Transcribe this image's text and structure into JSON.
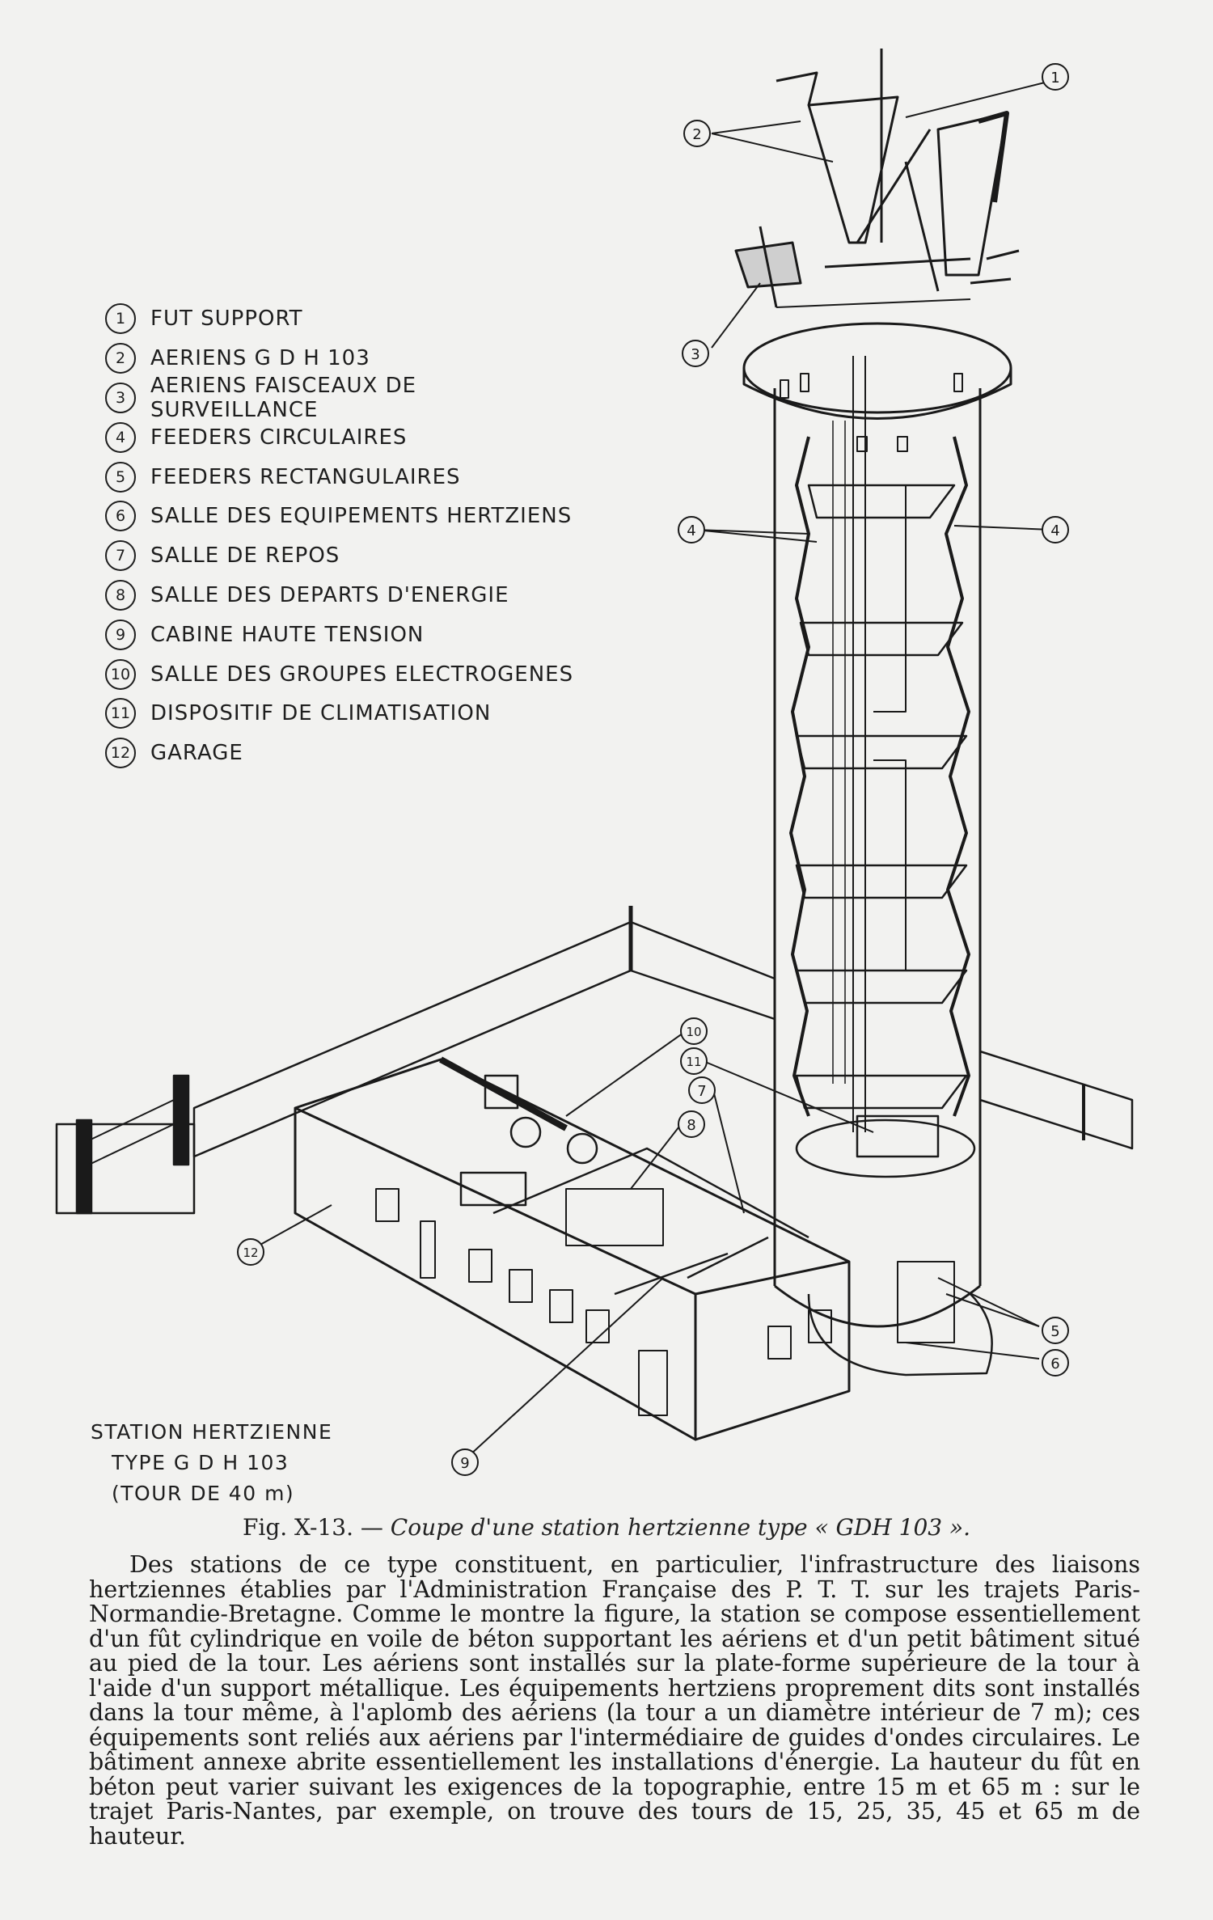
{
  "legend": [
    {
      "num": "1",
      "text": "FUT  SUPPORT"
    },
    {
      "num": "2",
      "text": "AERIENS   G D H  103"
    },
    {
      "num": "3",
      "text": "AERIENS   FAISCEAUX  DE  SURVEILLANCE"
    },
    {
      "num": "4",
      "text": "FEEDERS   CIRCULAIRES"
    },
    {
      "num": "5",
      "text": "FEEDERS   RECTANGULAIRES"
    },
    {
      "num": "6",
      "text": "SALLE   DES   EQUIPEMENTS   HERTZIENS"
    },
    {
      "num": "7",
      "text": "SALLE   DE   REPOS"
    },
    {
      "num": "8",
      "text": "SALLE   DES  DEPARTS   D'ENERGIE"
    },
    {
      "num": "9",
      "text": "CABINE   HAUTE   TENSION"
    },
    {
      "num": "10",
      "text": "SALLE   DES  GROUPES  ELECTROGENES"
    },
    {
      "num": "11",
      "text": "DISPOSITIF   DE   CLIMATISATION"
    },
    {
      "num": "12",
      "text": "GARAGE"
    }
  ],
  "callouts": [
    "1",
    "2",
    "3",
    "4",
    "4",
    "5",
    "6",
    "7",
    "8",
    "9",
    "10",
    "11",
    "12"
  ],
  "station_label": {
    "line1": "STATION  HERTZIENNE",
    "line2": "TYPE  G D H  103",
    "line3": "(TOUR  DE  40 m)"
  },
  "caption": {
    "prefix": "Fig. X-13. — ",
    "title": "Coupe d'une station hertzienne type « GDH 103 »."
  },
  "body": "Des stations de ce type constituent, en particulier, l'infrastructure des liaisons hertziennes établies par l'Administration Française des P. T. T. sur les trajets Paris-Normandie-Bretagne. Comme le montre la figure, la station se compose essentiellement d'un fût cylindrique en voile de béton supportant les aériens et d'un petit bâtiment situé au pied de la tour. Les aériens sont installés sur la plate-forme supérieure de la tour à l'aide d'un support métallique. Les équipements hertziens proprement dits sont installés dans la tour même, à l'aplomb des aériens (la tour a un diamètre intérieur de 7 m); ces équipements sont reliés aux aériens par l'intermédiaire de guides d'ondes circulaires. Le bâtiment annexe abrite essentiellement les installations d'énergie. La hauteur du fût en béton peut varier suivant les exigences de la topographie, entre 15 m et 65 m : sur le trajet Paris-Nantes, par exemple, on trouve des tours de 15, 25, 35, 45 et 65 m de hauteur."
}
